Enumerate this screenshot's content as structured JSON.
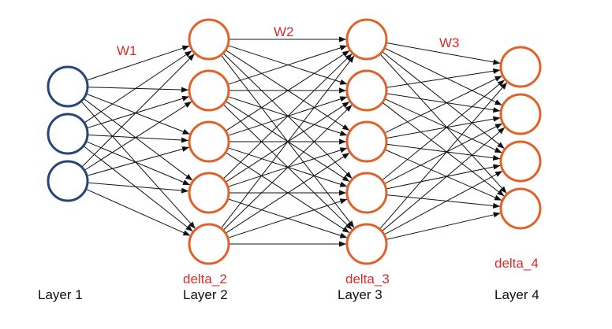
{
  "colors": {
    "input_node": "#26457a",
    "hidden_node": "#e0622a",
    "edge": "#111111",
    "accent_text": "#d92b2b"
  },
  "network": {
    "layers": [
      {
        "name": "Layer 1",
        "nodes": 3,
        "delta": ""
      },
      {
        "name": "Layer 2",
        "nodes": 5,
        "delta": "delta_2"
      },
      {
        "name": "Layer 3",
        "nodes": 5,
        "delta": "delta_3"
      },
      {
        "name": "Layer 4",
        "nodes": 4,
        "delta": "delta_4"
      }
    ],
    "weights": [
      "W1",
      "W2",
      "W3"
    ]
  }
}
